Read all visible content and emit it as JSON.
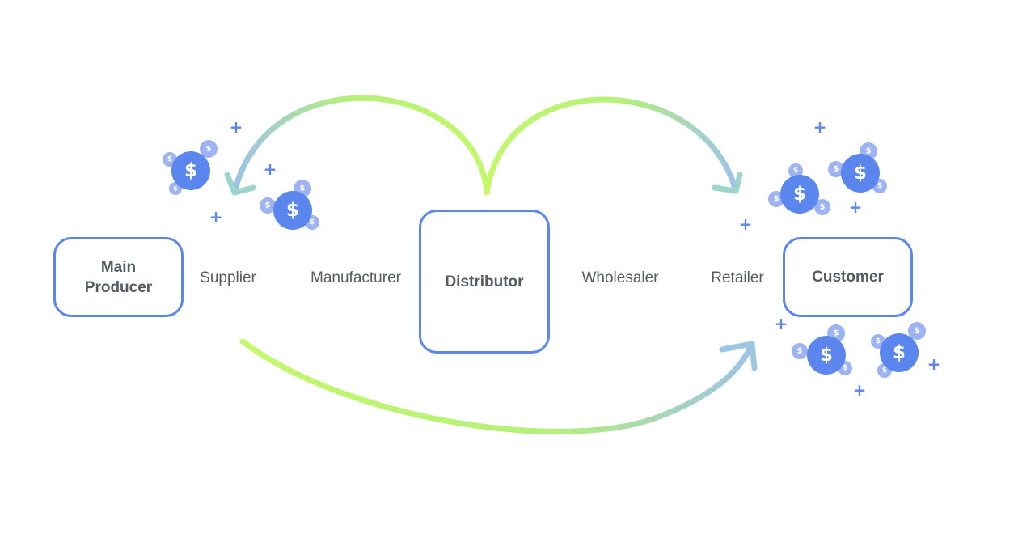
{
  "nodes": {
    "main_producer": "Main Producer",
    "distributor": "Distributor",
    "customer": "Customer"
  },
  "stages": {
    "supplier": "Supplier",
    "manufacturer": "Manufacturer",
    "wholesaler": "Wholesaler",
    "retailer": "Retailer"
  },
  "symbols": {
    "currency": "$",
    "plus": "+"
  },
  "colors": {
    "box_border": "#5b86ee",
    "coin_primary": "#5b86ee",
    "coin_secondary": "#9db3f2",
    "arrow_green": "#c3f86a",
    "arrow_blue": "#9cc2ea",
    "text": "#555a63"
  },
  "icons": [
    "dollar-coin-icon",
    "plus-icon",
    "curved-arrow-icon"
  ]
}
